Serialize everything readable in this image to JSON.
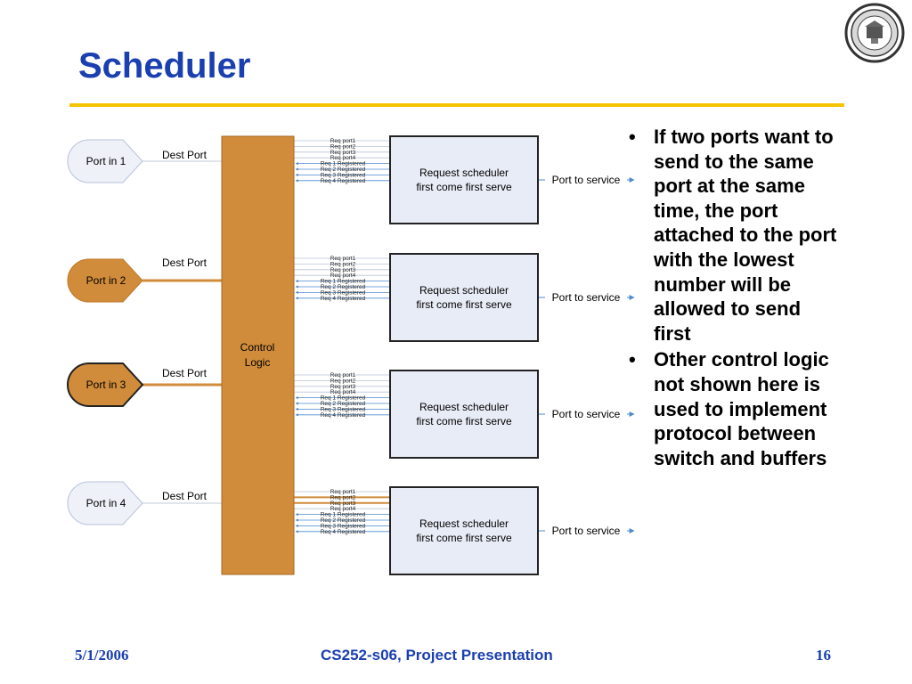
{
  "slide": {
    "title": "Scheduler"
  },
  "diagram": {
    "ports": [
      {
        "label": "Port in 1",
        "dest_label": "Dest Port",
        "style": "light"
      },
      {
        "label": "Port in 2",
        "dest_label": "Dest Port",
        "style": "orange"
      },
      {
        "label": "Port in 3",
        "dest_label": "Dest Port",
        "style": "orange-bold"
      },
      {
        "label": "Port in 4",
        "dest_label": "Dest Port",
        "style": "light"
      }
    ],
    "control_logic": {
      "line1": "Control",
      "line2": "Logic"
    },
    "scheduler": {
      "line1": "Request scheduler",
      "line2": "first come first serve",
      "output_label": "Port to service"
    },
    "signals": [
      "Req port1",
      "Req port2",
      "Req port3",
      "Req port4",
      "Req 1 Registered",
      "Req 2 Registered",
      "Req 3 Registered",
      "Req 4 Registered"
    ]
  },
  "bullets": [
    "If two ports want to send to the same port at the same time, the port attached to the port with the lowest number will be allowed to send first",
    "Other control logic not shown here is used to implement protocol between switch and buffers"
  ],
  "footer": {
    "date": "5/1/2006",
    "course": "CS252-s06, Project Presentation",
    "page": "16"
  },
  "colors": {
    "title": "#1a3fb0",
    "rule": "#f5c400",
    "control": "#d08c3a",
    "box_fill": "#e8ecf6",
    "arrow": "#4a8ad0"
  }
}
